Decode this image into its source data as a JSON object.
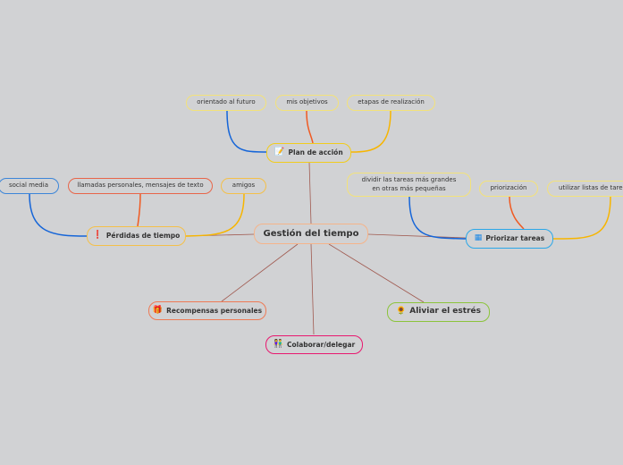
{
  "central": {
    "label": "Gestión del tiempo",
    "color": "#f5b48a"
  },
  "plan": {
    "label": "Plan de acción",
    "icon": "memo-icon",
    "color": "#f1cc1c",
    "children": [
      "orientado al futuro",
      "mis objetivos",
      "etapas de realización"
    ]
  },
  "perdidas": {
    "label": "Pérdidas de tiempo",
    "icon": "exclamation-icon",
    "color": "#f4c04a",
    "children": [
      "social media",
      "llamadas personales, mensajes de texto",
      "amigos"
    ]
  },
  "priorizar": {
    "label": "Priorizar tareas",
    "icon": "grid-icon",
    "color": "#2aa7e8",
    "children": [
      "dividir las tareas más grandes en otras más pequeñas",
      "priorización",
      "utilizar listas de tareas"
    ]
  },
  "recompensas": {
    "label": "Recompensas personales",
    "icon": "gift-icon",
    "color": "#ee7a55"
  },
  "colaborar": {
    "label": "Colaborar/delegar",
    "icon": "people-icon",
    "color": "#e8186f"
  },
  "aliviar": {
    "label": "Aliviar el estrés",
    "icon": "sunflower-icon",
    "color": "#8cc43c"
  }
}
